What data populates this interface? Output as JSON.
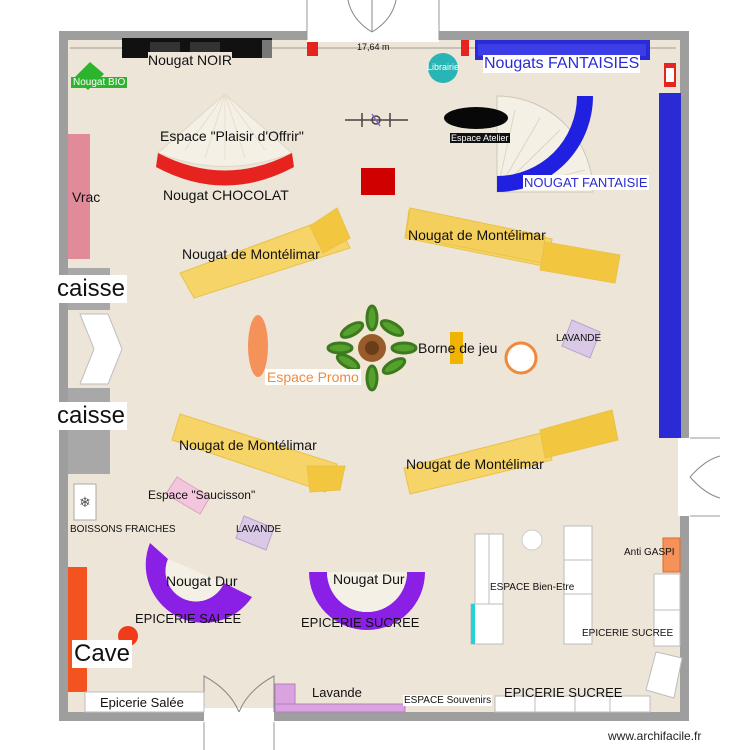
{
  "plan": {
    "dimension": "17,64 m",
    "watermark": "www.archifacile.fr",
    "colors": {
      "wall": "#9e9e9e",
      "floor": "#ede5d8",
      "shelf_yellow": "#f4cf5b",
      "blue": "#2b2bd6",
      "red": "#e6231f",
      "purple": "#8a1fe6",
      "orange": "#f3641f"
    }
  },
  "labels": {
    "nougat_noir": "Nougat NOIR",
    "nougat_bio": "Nougat BIO",
    "librairie": "Librairie",
    "nougats_fantaisies": "Nougats FANTAISIES",
    "plaisir_offrir": "Espace \"Plaisir d'Offrir\"",
    "nougat_chocolat": "Nougat CHOCOLAT",
    "espace_atelier": "Espace Atelier",
    "nougat_fantaisie": "NOUGAT FANTAISIE",
    "vrac": "Vrac",
    "montelimar_1": "Nougat de Montélimar",
    "montelimar_2": "Nougat de Montélimar",
    "montelimar_3": "Nougat de Montélimar",
    "montelimar_4": "Nougat de Montélimar",
    "caisse_1": "caisse",
    "caisse_2": "caisse",
    "borne_jeu": "Borne de jeu",
    "lavande_1": "LAVANDE",
    "espace_promo": "Espace Promo",
    "saucisson": "Espace \"Saucisson\"",
    "boissons": "BOISSONS FRAICHES",
    "lavande_2": "LAVANDE",
    "anti_gaspi": "Anti GASPI",
    "nougat_dur_1": "Nougat Dur",
    "nougat_dur_2": "Nougat Dur",
    "espace_bien_etre": "ESPACE Bien-Etre",
    "epicerie_salee_1": "EPICERIE SALEE",
    "epicerie_sucree_1": "EPICERIE SUCREE",
    "epicerie_sucree_2": "EPICERIE SUCREE",
    "cave": "Cave",
    "lavande_3": "Lavande",
    "espace_souvenirs": "ESPACE Souvenirs",
    "epicerie_sucree_3": "EPICERIE SUCREE",
    "epicerie_salee_2": "Epicerie Salée"
  }
}
